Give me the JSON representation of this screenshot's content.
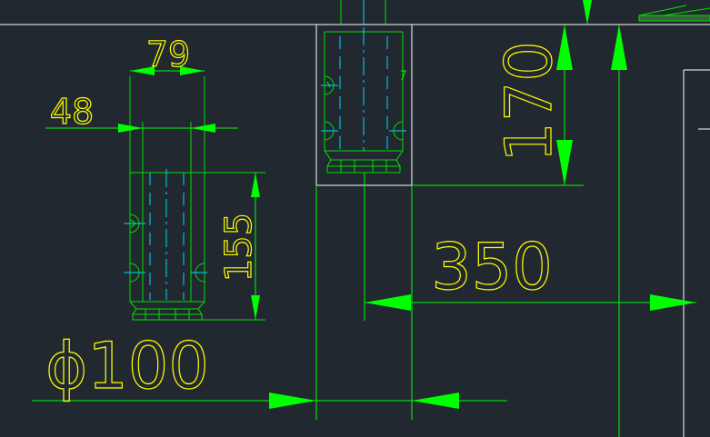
{
  "colors": {
    "background": "#212830",
    "geometry": "#00e000",
    "dimension": "#00ff00",
    "text": "#ffff00",
    "centerline": "#00d8ff",
    "frame": "#ffffff"
  },
  "dimensions": {
    "width_outer": "79",
    "width_inner": "48",
    "height_small": "155",
    "height_large": "170",
    "horizontal_offset": "350",
    "diameter": "ϕ100"
  }
}
